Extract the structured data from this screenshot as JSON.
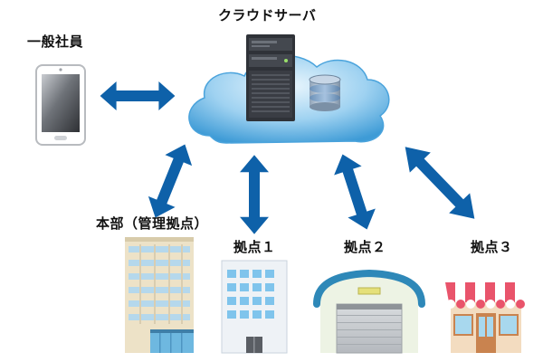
{
  "diagram": {
    "server_label": "クラウドサーバ",
    "employee_label": "一般社員",
    "hq_label": "本部（管理拠点）",
    "branches": [
      {
        "label": "拠点１"
      },
      {
        "label": "拠点２"
      },
      {
        "label": "拠点３"
      }
    ]
  },
  "colors": {
    "arrow": "#0E61A9",
    "cloud_light": "#CFEAF9",
    "cloud_dark": "#3E9BD6",
    "server_body": "#3A3D45",
    "db_accent": "#2B6FB8"
  }
}
